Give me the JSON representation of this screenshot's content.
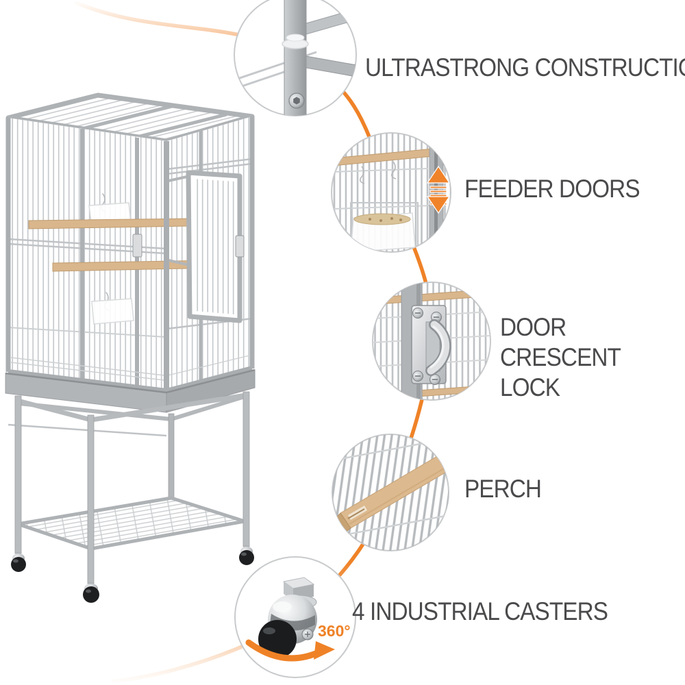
{
  "page": {
    "background": "#ffffff",
    "description": "Bird cage with rolling stand — product feature callout infographic"
  },
  "colors": {
    "accent_orange": "#ef8227",
    "label_text": "#4a4a4c",
    "metal_gray": "#b5b8bb",
    "wood_tan": "#d9b68c",
    "circle_ring": "#c8cacc",
    "caster_ball_black": "#1b1c1e"
  },
  "features": [
    {
      "label": "ULTRASTRONG CONSTRUCTION",
      "callout_icon": "frame-joint-with-hex-screw"
    },
    {
      "label": "FEEDER DOORS",
      "callout_icon": "feeder-cup-with-up-down-arrow"
    },
    {
      "label": "DOOR CRESCENT LOCK",
      "callout_icon": "chrome-crescent-latch"
    },
    {
      "label": "PERCH",
      "callout_icon": "wooden-perch-on-cage-bars"
    },
    {
      "label": "4 INDUSTRIAL CASTERS",
      "callout_icon": "swivel-ball-caster"
    }
  ],
  "caster": {
    "rotation_label": "360°"
  },
  "icons": {
    "connector_line": "orange-curved-connector",
    "feeder_arrow": "orange-double-headed-vertical-arrow",
    "rotation_arrow": "orange-curved-clockwise-arrow"
  }
}
